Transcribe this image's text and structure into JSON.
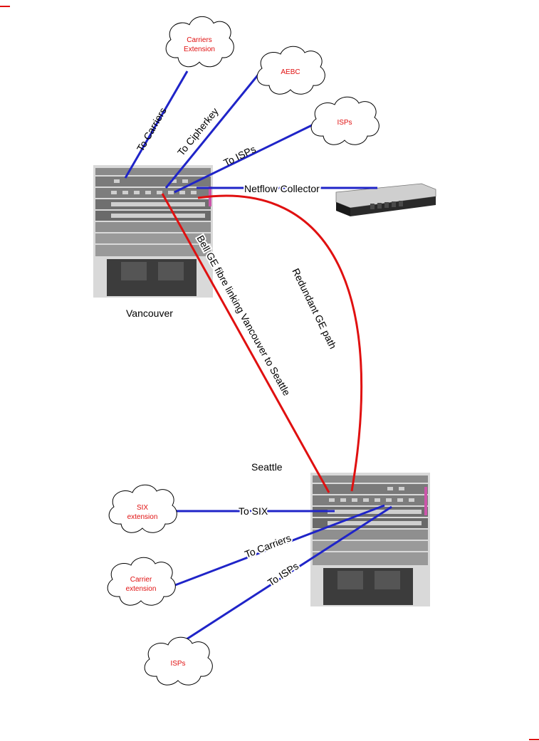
{
  "colors": {
    "link_blue": "#1f24c8",
    "link_red": "#e01010",
    "cloud_text": "#e01010"
  },
  "clouds": {
    "carriers_extension": [
      "Carriers",
      "Extension"
    ],
    "aebc": "AEBC",
    "isps_top": "ISPs",
    "six_extension": [
      "SIX",
      "extension"
    ],
    "carrier_extension": [
      "Carrier",
      "extension"
    ],
    "isps_bottom": "ISPs"
  },
  "sites": {
    "vancouver": "Vancouver",
    "seattle": "Seattle"
  },
  "labels": {
    "to_carriers_top": "To Carriers",
    "to_cipherkey": "To Cipherkey",
    "to_isps_top": "To ISPs",
    "netflow_collector": "Netflow Collector",
    "bell_fibre": "Bell GE fibre linking Vancouver to Seattle",
    "redundant_path": "Redundant GE path",
    "to_six": "To SIX",
    "to_carriers_bottom": "To Carriers",
    "to_isps_bottom": "To ISPs"
  },
  "icons": {
    "switch": "switch-chassis-icon",
    "server": "rack-server-icon"
  }
}
